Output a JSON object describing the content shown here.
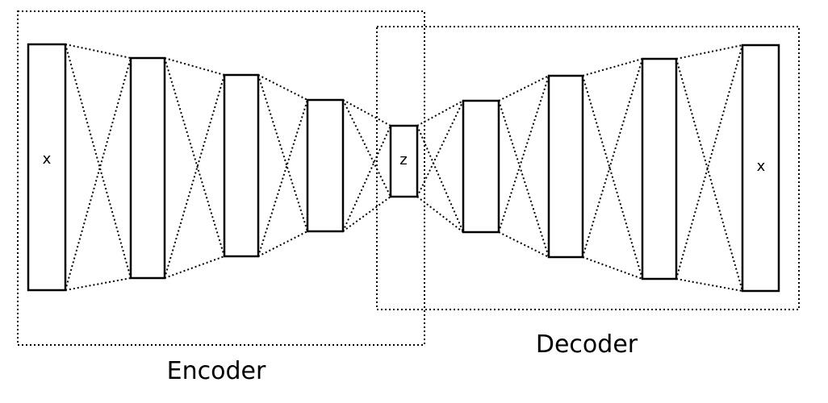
{
  "input_label": "x",
  "latent_label": "z",
  "output_label": "x",
  "encoder_label": "Encoder",
  "decoder_label": "Decoder"
}
